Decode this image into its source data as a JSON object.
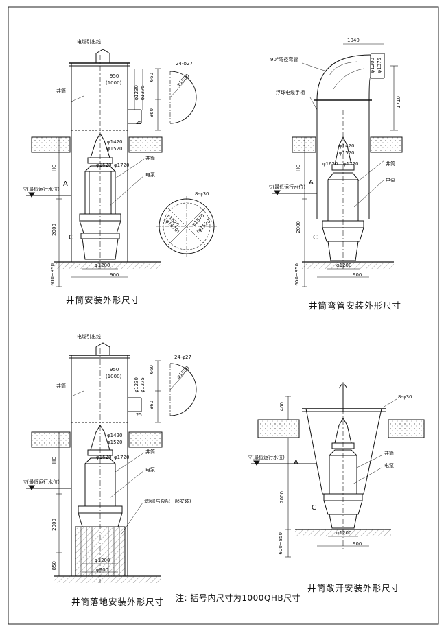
{
  "diagram_1": {
    "caption": "井筒安装外形尺寸",
    "labels": {
      "cable_outlet": "电缆引出线",
      "well_pipe": "井筒",
      "well_pipe_2": "井筒",
      "motor_pump": "电泵",
      "water_level": "▽(最低运行水位)"
    },
    "dims": {
      "d950": "950",
      "d950_alt": "(1000)",
      "d1230": "φ1230",
      "d1375": "φ1375",
      "d660": "660",
      "d860": "860",
      "d25": "25",
      "d1420": "φ1420",
      "d1520": "φ1520",
      "d1620": "φ1620",
      "d1720": "φ1720",
      "hc": "HC",
      "a": "A",
      "c": "C",
      "d2000": "2000",
      "d600_850": "600~850",
      "d1200": "φ1200",
      "d900": "900",
      "holes": "24-φ27",
      "d1580": "φ1580",
      "flange_holes": "8-φ30",
      "flange_d1": "φ1620",
      "flange_d1_alt": "(φ1670)",
      "flange_d2": "φ1570",
      "flange_d2_alt": "(φ1520)"
    }
  },
  "diagram_2": {
    "caption": "井筒弯管安装外形尺寸",
    "labels": {
      "elbow": "90°弯径弯管",
      "float_switch": "浮球电缆手柄",
      "well_pipe": "井筒",
      "motor_pump": "电泵",
      "water_level": "▽(最低运行水位)"
    },
    "dims": {
      "d1040": "1040",
      "d1200": "φ1200",
      "d1375": "φ1375",
      "d1710": "1710",
      "d1420": "φ1420",
      "d1520": "φ1520",
      "d1620": "φ1620",
      "d1720": "φ1720",
      "hc": "HC",
      "a": "A",
      "c": "C",
      "d2000": "2000",
      "d600_850": "600~850",
      "d1200b": "φ1200",
      "d900": "900"
    }
  },
  "diagram_3": {
    "caption": "井筒落地安装外形尺寸",
    "labels": {
      "cable_outlet": "电缆引出线",
      "well_pipe": "井筒",
      "well_pipe_2": "井筒",
      "motor_pump": "电泵",
      "water_level": "▽(最低运行水位)",
      "filter": "滤网(与泵配一起安装)"
    },
    "dims": {
      "d950": "950",
      "d950_alt": "(1000)",
      "d1230": "φ1230",
      "d1375": "φ1375",
      "d660": "660",
      "d860": "860",
      "d25": "25",
      "d1420": "φ1420",
      "d1520": "φ1520",
      "d1620": "φ1620",
      "d1720": "φ1720",
      "hc": "HC",
      "d2000": "2000",
      "d850": "850",
      "d1200": "φ1200",
      "d900": "φ900",
      "holes": "24-φ27",
      "d1580": "φ1580"
    }
  },
  "diagram_4": {
    "caption": "井筒敞开安装外形尺寸",
    "labels": {
      "well_pipe": "井筒",
      "motor_pump": "电泵",
      "water_level": "▽(最低运行水位)"
    },
    "dims": {
      "holes": "8-φ30",
      "d400": "400",
      "a": "A",
      "c": "C",
      "d2000": "2000",
      "d600_850": "600~850",
      "d1200": "φ1200",
      "d900": "900"
    }
  },
  "note": "注: 括号内尺寸为1000QHB尺寸"
}
